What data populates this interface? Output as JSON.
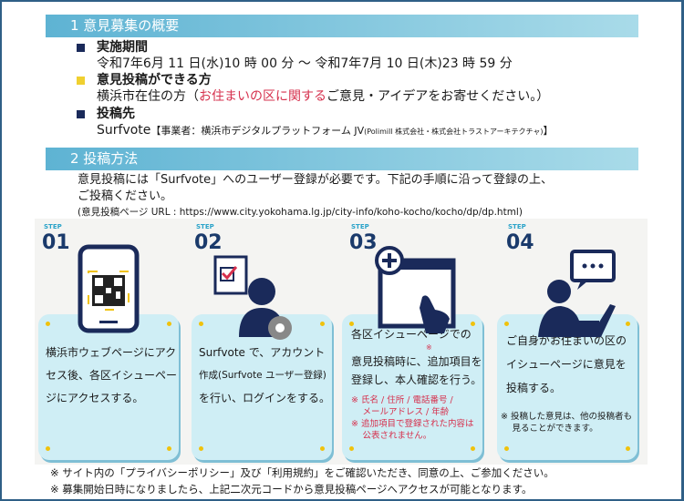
{
  "section1": {
    "title": "1 意見募集の概要",
    "period_label": "実施期間",
    "period_value": "令和7年6月 11 日(水)10 時 00 分 ～ 令和7年7月 10 日(木)23 時 59 分",
    "eligible_label": "意見投稿ができる方",
    "eligible_pre": "横浜市在住の方（",
    "eligible_red": "お住まいの区に関する",
    "eligible_post": "ご意見・アイデアをお寄せください。）",
    "dest_label": "投稿先",
    "dest_name": "Surfvote",
    "dest_detail": "【事業者：横浜市デジタルプラットフォーム JV",
    "dest_small": "(Polimill 株式会社・株式会社トラストアーキテクチャ)",
    "dest_close": "】"
  },
  "section2": {
    "title": "2 投稿方法",
    "intro1": "意見投稿には「Surfvote」へのユーザー登録が必要です。下記の手順に沿って登録の上、",
    "intro2": "ご投稿ください。",
    "url": "(意見投稿ページ URL : https://www.city.yokohama.lg.jp/city-info/koho-kocho/kocho/dp/dp.html)"
  },
  "steps": [
    {
      "label": "STEP",
      "num": "01",
      "lines": [
        "横浜市ウェブページにアク",
        "セス後、各区イシューペー",
        "ジにアクセスする。"
      ]
    },
    {
      "label": "STEP",
      "num": "02",
      "lines": [
        "Surfvote で、アカウント",
        "作成(Surfvote ユーザー登録)",
        "を行い、ログインをする。"
      ]
    },
    {
      "label": "STEP",
      "num": "03",
      "lines": [
        "各区イシューページでの",
        "意見投稿時に、追加項目を",
        "登録し、本人確認を行う。"
      ],
      "mark": "※",
      "notes": [
        "※ 氏名 / 住所 / 電話番号 /",
        "　 メールアドレス / 年齢",
        "※ 追加項目で登録された内容は",
        "　 公表されません。"
      ]
    },
    {
      "label": "STEP",
      "num": "04",
      "lines": [
        "ご自身がお住まいの区の",
        "イシューページに意見を",
        "投稿する。"
      ],
      "notes": [
        "※ 投稿した意見は、他の投稿者も",
        "　 見ることができます。"
      ]
    }
  ],
  "footnotes": [
    "※ サイト内の「プライバシーポリシー」及び「利用規約」をご確認いただき、同意の上、ご参加ください。",
    "※ 募集開始日時になりましたら、上記二次元コードから意見投稿ページへアクセスが可能となります。"
  ],
  "colors": {
    "navy": "#1a2a5a",
    "yellow": "#f0d030",
    "red": "#d6304d",
    "bar": "#5eb3d3"
  }
}
